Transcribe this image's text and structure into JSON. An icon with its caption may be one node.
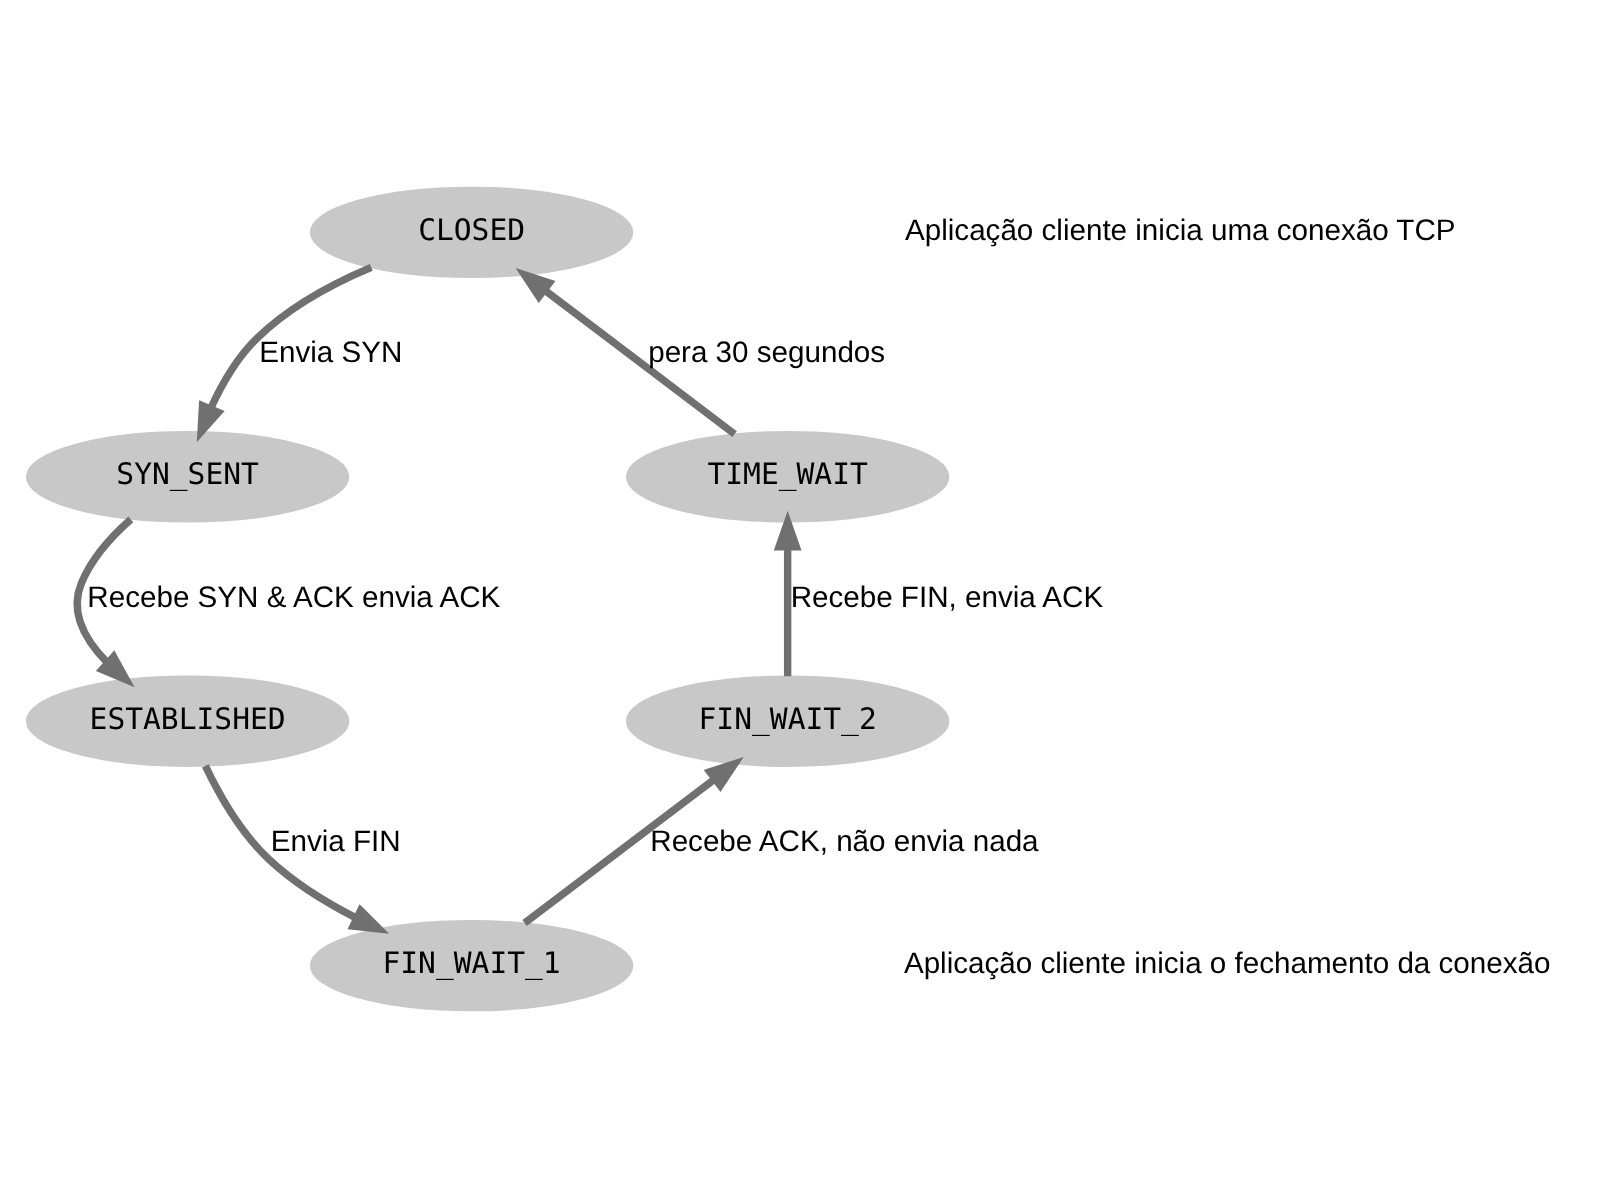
{
  "diagram": {
    "nodes": [
      {
        "text": [
          "CLOSED"
        ]
      },
      {
        "text": [
          "SYN_SENT"
        ]
      },
      {
        "text": [
          "ESTABLISHED"
        ]
      },
      {
        "text": [
          "FIN_WAIT_1"
        ]
      },
      {
        "text": [
          "FIN_WAIT_2"
        ]
      },
      {
        "text": [
          "TIME_WAIT"
        ]
      }
    ],
    "edges": [
      {
        "from": 0,
        "to": 1,
        "arrow": "to",
        "label": "Envia SYN"
      },
      {
        "from": 1,
        "to": 2,
        "arrow": "to",
        "label": "Recebe SYN & ACK envia ACK"
      },
      {
        "from": 2,
        "to": 3,
        "arrow": "to",
        "label": "Envia FIN"
      },
      {
        "from": 3,
        "to": 4,
        "arrow": "to",
        "label": "Recebe ACK, não envia nada"
      },
      {
        "from": 4,
        "to": 5,
        "arrow": "to",
        "label": "Recebe FIN, envia ACK"
      },
      {
        "from": 5,
        "to": 0,
        "arrow": "to",
        "label": "pera 30 segundos"
      }
    ],
    "labels": [
      "Aplicação cliente inicia uma conexão TCP",
      "Aplicação cliente inicia o fechamento da conexão"
    ]
  }
}
